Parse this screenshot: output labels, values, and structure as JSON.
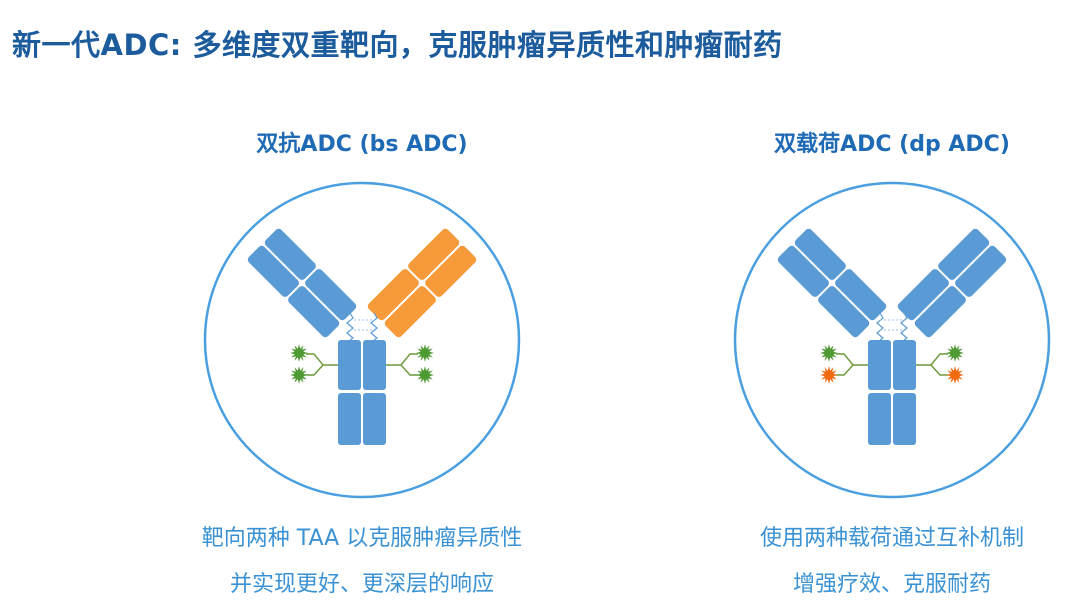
{
  "title": "新一代ADC: 多维度双重靶向，克服肿瘤异质性和肿瘤耐药",
  "panels": [
    {
      "heading": "双抗ADC (bs ADC)",
      "caption_line1": "靶向两种 TAA 以克服肿瘤异质性",
      "caption_line2": "并实现更好、更深层的响应",
      "left_arm_color": "#5b9bd5",
      "right_arm_color": "#f79a3a",
      "payload_colors": [
        "#4e9a32",
        "#4e9a32"
      ]
    },
    {
      "heading": "双载荷ADC (dp ADC)",
      "caption_line1": "使用两种载荷通过互补机制",
      "caption_line2": "增强疗效、克服耐药",
      "left_arm_color": "#5b9bd5",
      "right_arm_color": "#5b9bd5",
      "payload_colors": [
        "#4e9a32",
        "#f26a10"
      ]
    }
  ],
  "colors": {
    "circle": "#4a9fe0",
    "stem": "#5b9bd5",
    "linker": "#6a9a3a",
    "hinge": "#5b9bd5"
  }
}
